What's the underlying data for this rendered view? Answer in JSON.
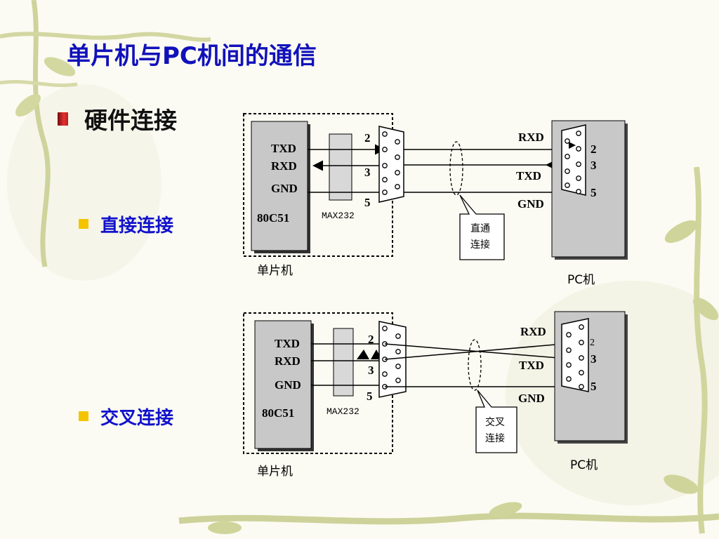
{
  "slide": {
    "title": "单片机与PC机间的通信",
    "heading": "硬件连接",
    "items": [
      "直接连接",
      "交叉连接"
    ]
  },
  "diagram1": {
    "mcu_pins": [
      "TXD",
      "RXD",
      "GND"
    ],
    "mcu_chip": "80C51",
    "level_converter": "MAX232",
    "db9_left_pins": [
      "2",
      "3",
      "5"
    ],
    "pc_pin_labels": [
      "RXD",
      "TXD",
      "GND"
    ],
    "pc_pin_numbers": [
      "2",
      "3",
      "5"
    ],
    "callout": [
      "直通",
      "连接"
    ],
    "left_caption": "单片机",
    "right_caption": "PC机"
  },
  "diagram2": {
    "mcu_pins": [
      "TXD",
      "RXD",
      "GND"
    ],
    "mcu_chip": "80C51",
    "level_converter": "MAX232",
    "db9_left_pins": [
      "2",
      "3",
      "5"
    ],
    "pc_pin_labels": [
      "RXD",
      "TXD",
      "GND"
    ],
    "pc_pin_numbers": [
      "2",
      "3",
      "5"
    ],
    "callout": [
      "交叉",
      "连接"
    ],
    "left_caption": "单片机",
    "right_caption": "PC机"
  },
  "colors": {
    "title": "#1111bb",
    "subitem": "#1111cc",
    "box_fill": "#c8c8c8",
    "bullet_red": "#cc1a1a",
    "bullet_yellow": "#f4c400"
  }
}
